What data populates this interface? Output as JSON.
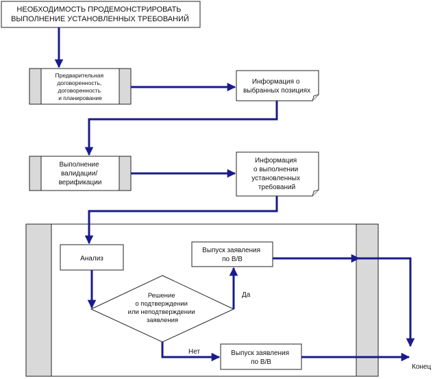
{
  "colors": {
    "arrow": "#1a1a8c",
    "process_fill": "#d9d9d9",
    "box_stroke": "#222222",
    "panel_fill": "#d9d9d9"
  },
  "nodes": {
    "start": {
      "lines": [
        "НЕОБХОДИМОСТЬ ПРОДЕМОНСТРИРОВАТЬ",
        "ВЫПОЛНЕНИЕ УСТАНОВЛЕННЫХ ТРЕБОВАНИЙ"
      ]
    },
    "process1": {
      "lines": [
        "Предварительная",
        "договоренность,",
        "договоренность",
        "и планирование"
      ]
    },
    "doc1": {
      "lines": [
        "Информация о",
        "выбранных позициях"
      ]
    },
    "process2": {
      "lines": [
        "Выполнение",
        "валидации/",
        "верификации"
      ]
    },
    "doc2": {
      "lines": [
        "Информация",
        "о выполнении",
        "установленных",
        "требований"
      ]
    },
    "analysis": {
      "label": "Анализ"
    },
    "decision": {
      "lines": [
        "Решение",
        "о подтверждении",
        "или неподтверждении",
        "заявления"
      ]
    },
    "issue_yes": {
      "lines": [
        "Выпуск заявления",
        "по В/В"
      ]
    },
    "issue_no": {
      "lines": [
        "Выпуск заявления",
        "по В/В"
      ]
    },
    "end": {
      "label": "Конец"
    }
  },
  "edge_labels": {
    "yes": "Да",
    "no": "Нет"
  }
}
